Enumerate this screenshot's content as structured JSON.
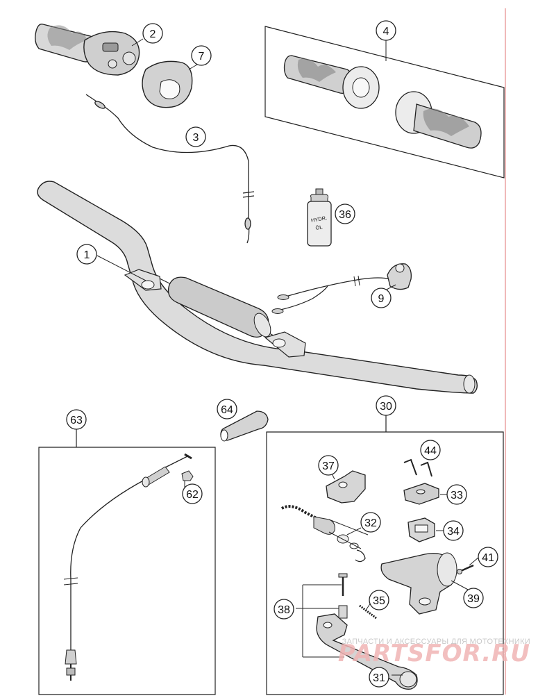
{
  "callouts": {
    "c1": "1",
    "c2": "2",
    "c3": "3",
    "c4": "4",
    "c7": "7",
    "c9": "9",
    "c30": "30",
    "c31": "31",
    "c32": "32",
    "c33": "33",
    "c34": "34",
    "c35": "35",
    "c36": "36",
    "c37": "37",
    "c38": "38",
    "c39": "39",
    "c41": "41",
    "c44": "44",
    "c62": "62",
    "c63": "63",
    "c64": "64"
  },
  "bottle_label": {
    "line1": "HYDR.",
    "line2": "ÖL"
  },
  "watermark": {
    "caption": "ЗАПЧАСТИ И АКСЕССУАРЫ ДЛЯ МОТОТЕХНИКИ",
    "logo": "PARTSFOR.RU"
  },
  "colors": {
    "frame_accent": "#e58a8a",
    "watermark_logo": "#f0b4b4",
    "line": "#222222",
    "part_fill": "#d6d6d6"
  }
}
